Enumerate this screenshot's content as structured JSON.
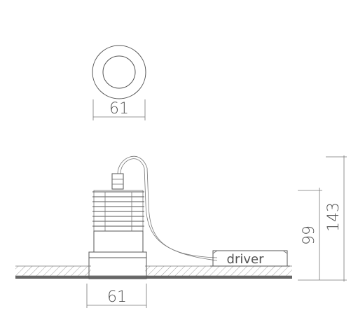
{
  "top_view": {
    "width_label": "61"
  },
  "side_view": {
    "base_width_label": "61",
    "height_total_label": "143",
    "height_body_label": "99",
    "driver_label": "driver"
  }
}
